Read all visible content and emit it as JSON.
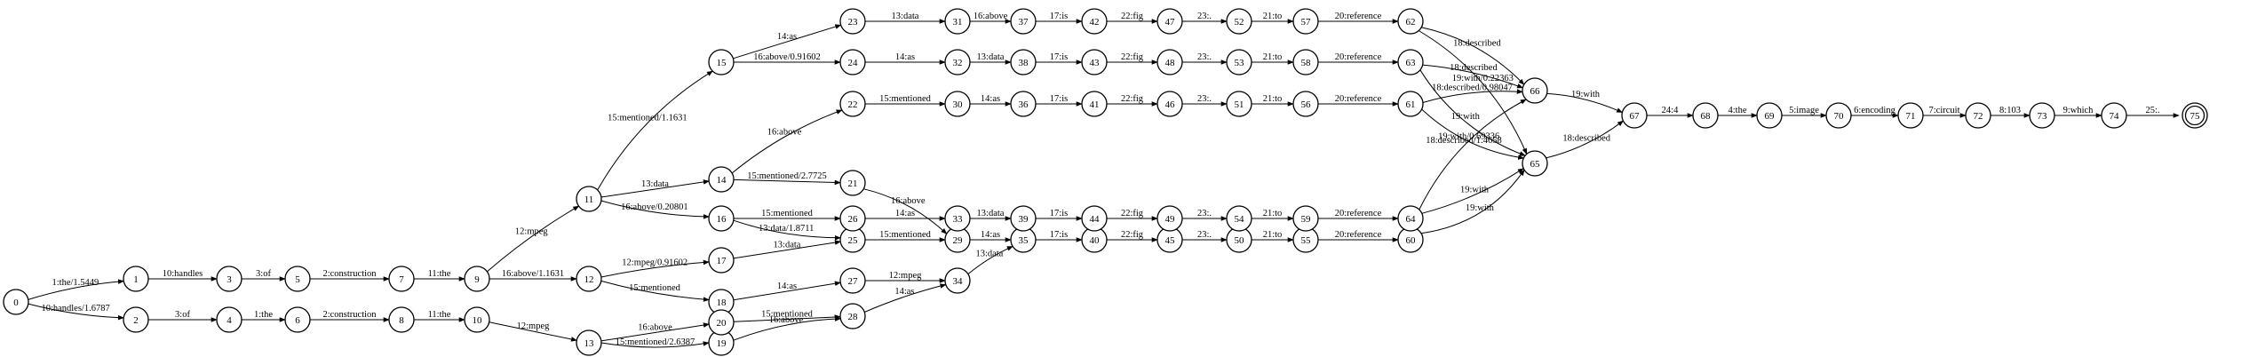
{
  "graph": {
    "nodes": [
      {
        "id": "0",
        "label": "0",
        "start": true
      },
      {
        "id": "1",
        "label": "1"
      },
      {
        "id": "2",
        "label": "2"
      },
      {
        "id": "3",
        "label": "3"
      },
      {
        "id": "4",
        "label": "4"
      },
      {
        "id": "5",
        "label": "5"
      },
      {
        "id": "6",
        "label": "6"
      },
      {
        "id": "7",
        "label": "7"
      },
      {
        "id": "8",
        "label": "8"
      },
      {
        "id": "9",
        "label": "9"
      },
      {
        "id": "10",
        "label": "10"
      },
      {
        "id": "11",
        "label": "11"
      },
      {
        "id": "12",
        "label": "12"
      },
      {
        "id": "13",
        "label": "13"
      },
      {
        "id": "14",
        "label": "14"
      },
      {
        "id": "15",
        "label": "15"
      },
      {
        "id": "16",
        "label": "16"
      },
      {
        "id": "17",
        "label": "17"
      },
      {
        "id": "18",
        "label": "18"
      },
      {
        "id": "19",
        "label": "19"
      },
      {
        "id": "20",
        "label": "20"
      },
      {
        "id": "21",
        "label": "21"
      },
      {
        "id": "22",
        "label": "22"
      },
      {
        "id": "23",
        "label": "23"
      },
      {
        "id": "24",
        "label": "24"
      },
      {
        "id": "25",
        "label": "25"
      },
      {
        "id": "26",
        "label": "26"
      },
      {
        "id": "27",
        "label": "27"
      },
      {
        "id": "28",
        "label": "28"
      },
      {
        "id": "29",
        "label": "29"
      },
      {
        "id": "30",
        "label": "30"
      },
      {
        "id": "31",
        "label": "31"
      },
      {
        "id": "32",
        "label": "32"
      },
      {
        "id": "33",
        "label": "33"
      },
      {
        "id": "34",
        "label": "34"
      },
      {
        "id": "35",
        "label": "35"
      },
      {
        "id": "36",
        "label": "36"
      },
      {
        "id": "37",
        "label": "37"
      },
      {
        "id": "38",
        "label": "38"
      },
      {
        "id": "39",
        "label": "39"
      },
      {
        "id": "40",
        "label": "40"
      },
      {
        "id": "41",
        "label": "41"
      },
      {
        "id": "42",
        "label": "42"
      },
      {
        "id": "43",
        "label": "43"
      },
      {
        "id": "44",
        "label": "44"
      },
      {
        "id": "45",
        "label": "45"
      },
      {
        "id": "46",
        "label": "46"
      },
      {
        "id": "47",
        "label": "47"
      },
      {
        "id": "48",
        "label": "48"
      },
      {
        "id": "49",
        "label": "49"
      },
      {
        "id": "50",
        "label": "50"
      },
      {
        "id": "51",
        "label": "51"
      },
      {
        "id": "52",
        "label": "52"
      },
      {
        "id": "53",
        "label": "53"
      },
      {
        "id": "54",
        "label": "54"
      },
      {
        "id": "55",
        "label": "55"
      },
      {
        "id": "56",
        "label": "56"
      },
      {
        "id": "57",
        "label": "57"
      },
      {
        "id": "58",
        "label": "58"
      },
      {
        "id": "59",
        "label": "59"
      },
      {
        "id": "60",
        "label": "60"
      },
      {
        "id": "61",
        "label": "61"
      },
      {
        "id": "62",
        "label": "62"
      },
      {
        "id": "63",
        "label": "63"
      },
      {
        "id": "64",
        "label": "64"
      },
      {
        "id": "65",
        "label": "65"
      },
      {
        "id": "66",
        "label": "66"
      },
      {
        "id": "67",
        "label": "67"
      },
      {
        "id": "68",
        "label": "68"
      },
      {
        "id": "69",
        "label": "69"
      },
      {
        "id": "70",
        "label": "70"
      },
      {
        "id": "71",
        "label": "71"
      },
      {
        "id": "72",
        "label": "72"
      },
      {
        "id": "73",
        "label": "73"
      },
      {
        "id": "74",
        "label": "74"
      },
      {
        "id": "75",
        "label": "75",
        "final": true
      }
    ],
    "edges": [
      {
        "from": "0",
        "to": "1",
        "label": "1:the/1.5449"
      },
      {
        "from": "0",
        "to": "2",
        "label": "10:handles/1.6787"
      },
      {
        "from": "1",
        "to": "3",
        "label": "10:handles"
      },
      {
        "from": "2",
        "to": "4",
        "label": "3:of"
      },
      {
        "from": "3",
        "to": "5",
        "label": "3:of"
      },
      {
        "from": "4",
        "to": "6",
        "label": "1:the"
      },
      {
        "from": "5",
        "to": "7",
        "label": "2:construction"
      },
      {
        "from": "6",
        "to": "8",
        "label": "2:construction"
      },
      {
        "from": "7",
        "to": "9",
        "label": "11:the"
      },
      {
        "from": "8",
        "to": "10",
        "label": "11:the"
      },
      {
        "from": "9",
        "to": "11",
        "label": "12:mpeg"
      },
      {
        "from": "9",
        "to": "12",
        "label": "16:above/1.1631"
      },
      {
        "from": "10",
        "to": "13",
        "label": "12:mpeg"
      },
      {
        "from": "11",
        "to": "15",
        "label": "15:mentioned/1.1631"
      },
      {
        "from": "11",
        "to": "14",
        "label": "13:data"
      },
      {
        "from": "11",
        "to": "16",
        "label": "16:above/0.20801"
      },
      {
        "from": "12",
        "to": "17",
        "label": "12:mpeg/0.91602"
      },
      {
        "from": "12",
        "to": "18",
        "label": "15:mentioned"
      },
      {
        "from": "13",
        "to": "20",
        "label": "16:above"
      },
      {
        "from": "13",
        "to": "19",
        "label": "15:mentioned/2.6387"
      },
      {
        "from": "14",
        "to": "22",
        "label": "16:above"
      },
      {
        "from": "14",
        "to": "21",
        "label": "15:mentioned/2.7725"
      },
      {
        "from": "15",
        "to": "23",
        "label": "14:as"
      },
      {
        "from": "15",
        "to": "24",
        "label": "16:above/0.91602"
      },
      {
        "from": "16",
        "to": "26",
        "label": "15:mentioned"
      },
      {
        "from": "16",
        "to": "25",
        "label": "13:data/1.8711"
      },
      {
        "from": "17",
        "to": "25",
        "label": "13:data"
      },
      {
        "from": "18",
        "to": "27",
        "label": "14:as"
      },
      {
        "from": "19",
        "to": "28",
        "label": "16:above"
      },
      {
        "from": "20",
        "to": "28",
        "label": "15:mentioned"
      },
      {
        "from": "21",
        "to": "29",
        "label": "16:above"
      },
      {
        "from": "22",
        "to": "30",
        "label": "15:mentioned"
      },
      {
        "from": "23",
        "to": "31",
        "label": "13:data"
      },
      {
        "from": "24",
        "to": "32",
        "label": "14:as"
      },
      {
        "from": "25",
        "to": "29",
        "label": "15:mentioned"
      },
      {
        "from": "26",
        "to": "33",
        "label": "14:as"
      },
      {
        "from": "27",
        "to": "34",
        "label": "12:mpeg"
      },
      {
        "from": "28",
        "to": "34",
        "label": "14:as"
      },
      {
        "from": "29",
        "to": "35",
        "label": "14:as"
      },
      {
        "from": "30",
        "to": "36",
        "label": "14:as"
      },
      {
        "from": "31",
        "to": "37",
        "label": "16:above"
      },
      {
        "from": "32",
        "to": "38",
        "label": "13:data"
      },
      {
        "from": "33",
        "to": "39",
        "label": "13:data"
      },
      {
        "from": "34",
        "to": "35",
        "label": "13:data"
      },
      {
        "from": "35",
        "to": "40",
        "label": "17:is"
      },
      {
        "from": "36",
        "to": "41",
        "label": "17:is"
      },
      {
        "from": "37",
        "to": "42",
        "label": "17:is"
      },
      {
        "from": "38",
        "to": "43",
        "label": "17:is"
      },
      {
        "from": "39",
        "to": "44",
        "label": "17:is"
      },
      {
        "from": "40",
        "to": "45",
        "label": "22:fig"
      },
      {
        "from": "41",
        "to": "46",
        "label": "22:fig"
      },
      {
        "from": "42",
        "to": "47",
        "label": "22:fig"
      },
      {
        "from": "43",
        "to": "48",
        "label": "22:fig"
      },
      {
        "from": "44",
        "to": "49",
        "label": "22:fig"
      },
      {
        "from": "45",
        "to": "50",
        "label": "23:."
      },
      {
        "from": "46",
        "to": "51",
        "label": "23:."
      },
      {
        "from": "47",
        "to": "52",
        "label": "23:."
      },
      {
        "from": "48",
        "to": "53",
        "label": "23:."
      },
      {
        "from": "49",
        "to": "54",
        "label": "23:."
      },
      {
        "from": "50",
        "to": "55",
        "label": "21:to"
      },
      {
        "from": "51",
        "to": "56",
        "label": "21:to"
      },
      {
        "from": "52",
        "to": "57",
        "label": "21:to"
      },
      {
        "from": "53",
        "to": "58",
        "label": "21:to"
      },
      {
        "from": "54",
        "to": "59",
        "label": "21:to"
      },
      {
        "from": "55",
        "to": "60",
        "label": "20:reference"
      },
      {
        "from": "56",
        "to": "61",
        "label": "20:reference"
      },
      {
        "from": "57",
        "to": "62",
        "label": "20:reference"
      },
      {
        "from": "58",
        "to": "63",
        "label": "20:reference"
      },
      {
        "from": "59",
        "to": "64",
        "label": "20:reference"
      },
      {
        "from": "62",
        "to": "66",
        "label": "18:described"
      },
      {
        "from": "62",
        "to": "65",
        "label": "19:with/0.22363"
      },
      {
        "from": "63",
        "to": "66",
        "label": "18:described"
      },
      {
        "from": "61",
        "to": "66",
        "label": "18:described/0.98047"
      },
      {
        "from": "61",
        "to": "65",
        "label": "19:with/0.69336"
      },
      {
        "from": "64",
        "to": "66",
        "label": "18:described/1.4658"
      },
      {
        "from": "64",
        "to": "65",
        "label": "19:with"
      },
      {
        "from": "63",
        "to": "65",
        "label": "19:with"
      },
      {
        "from": "60",
        "to": "65",
        "label": "19:with"
      },
      {
        "from": "66",
        "to": "67",
        "label": "19:with"
      },
      {
        "from": "65",
        "to": "67",
        "label": "18:described"
      },
      {
        "from": "67",
        "to": "68",
        "label": "24:4"
      },
      {
        "from": "68",
        "to": "69",
        "label": "4:the"
      },
      {
        "from": "69",
        "to": "70",
        "label": "5:image"
      },
      {
        "from": "70",
        "to": "71",
        "label": "6:encoding"
      },
      {
        "from": "71",
        "to": "72",
        "label": "7:circuit"
      },
      {
        "from": "72",
        "to": "73",
        "label": "8:103"
      },
      {
        "from": "73",
        "to": "74",
        "label": "9:which"
      },
      {
        "from": "74",
        "to": "75",
        "label": "25:."
      }
    ]
  }
}
